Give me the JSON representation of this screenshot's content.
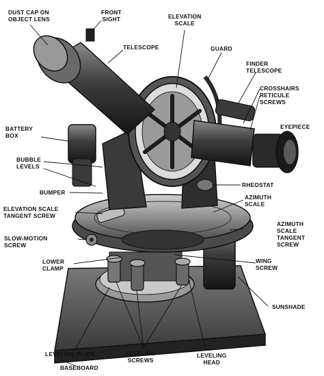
{
  "labels": {
    "dust_cap": [
      "DUST CAP ON",
      "OBJECT LENS"
    ],
    "front_sight": [
      "FRONT",
      "SIGHT"
    ],
    "elevation_scale": [
      "ELEVATION",
      "SCALE"
    ],
    "telescope": [
      "TELESCOPE"
    ],
    "guard": [
      "GUARD"
    ],
    "finder_telescope": [
      "FINDER",
      "TELESCOPE"
    ],
    "crosshairs": [
      "CROSSHAIRS",
      "RETICULE",
      "SCREWS"
    ],
    "eyepiece": [
      "EYEPIECE"
    ],
    "battery_box": [
      "BATTERY",
      "BOX"
    ],
    "bubble_levels": [
      "BUBBLE",
      "LEVELS"
    ],
    "bumper": [
      "BUMPER"
    ],
    "rheostat": [
      "RHEOSTAT"
    ],
    "azimuth_scale": [
      "AZIMUTH",
      "SCALE"
    ],
    "elev_tangent": [
      "ELEVATION SCALE",
      "TANGENT SCREW"
    ],
    "az_tangent": [
      "AZIMUTH",
      "SCALE",
      "TANGENT",
      "SCREW"
    ],
    "slow_motion": [
      "SLOW-MOTION",
      "SCREW"
    ],
    "lower_clamp": [
      "LOWER",
      "CLAMP"
    ],
    "wing_screw": [
      "WING",
      "SCREW"
    ],
    "sunshade": [
      "SUNSHADE"
    ],
    "leveling_plate": [
      "LEVELING PLATE"
    ],
    "leveling_screws": [
      "LEVELING",
      "SCREWS"
    ],
    "leveling_head": [
      "LEVELING",
      "HEAD"
    ],
    "baseboard": [
      "BASEBOARD"
    ]
  },
  "colors": {
    "ink": "#111111",
    "dark": "#2a2a2a",
    "mid": "#6f6f6f",
    "light": "#b9b9b9",
    "paper": "#ffffff"
  }
}
